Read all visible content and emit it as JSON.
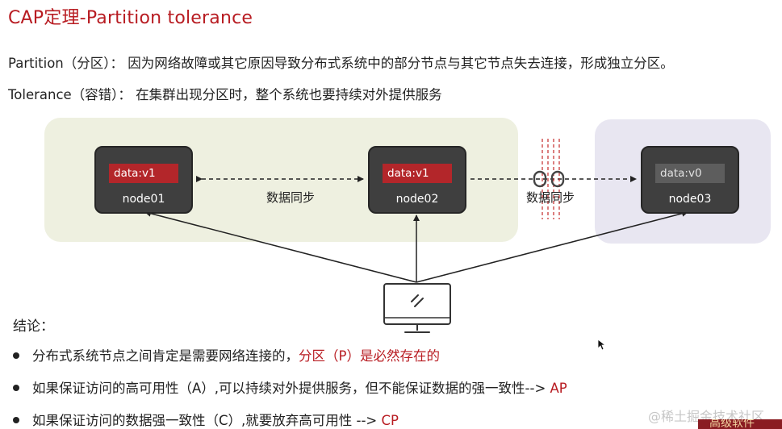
{
  "title": "CAP定理-Partition tolerance",
  "definitions": {
    "partition": "Partition（分区）：  因为网络故障或其它原因导致分布式系统中的部分节点与其它节点失去连接，形成独立分区。",
    "tolerance": "Tolerance（容错）：  在集群出现分区时，整个系统也要持续对外提供服务"
  },
  "nodes": [
    {
      "name": "node01",
      "data": "data:v1"
    },
    {
      "name": "node02",
      "data": "data:v1"
    },
    {
      "name": "node03",
      "data": "data:v0"
    }
  ],
  "sync_labels": [
    "数据同步",
    "数据同步"
  ],
  "conclusion_label": "结论：",
  "bullets": [
    {
      "text": "分布式系统节点之间肯定是需要网络连接的，",
      "highlight": "分区（P）是必然存在的"
    },
    {
      "text": "如果保证访问的高可用性（A）,可以持续对外提供服务，但不能保证数据的强一致性-->  ",
      "highlight": "AP"
    },
    {
      "text": "如果保证访问的数据强一致性（C）,就要放弃高可用性    -->  ",
      "highlight": "CP"
    }
  ],
  "watermark": "@稀土掘金技术社区",
  "corner_text": "高级软件",
  "colors": {
    "accent": "#b81c22",
    "node_bg": "#3f3f3f",
    "data_bg": "#b3262a",
    "zone_left": "#eef0e0",
    "zone_right": "#e8e6f1"
  },
  "icons": [
    "monitor-icon",
    "broken-link-icon",
    "cursor-icon"
  ]
}
